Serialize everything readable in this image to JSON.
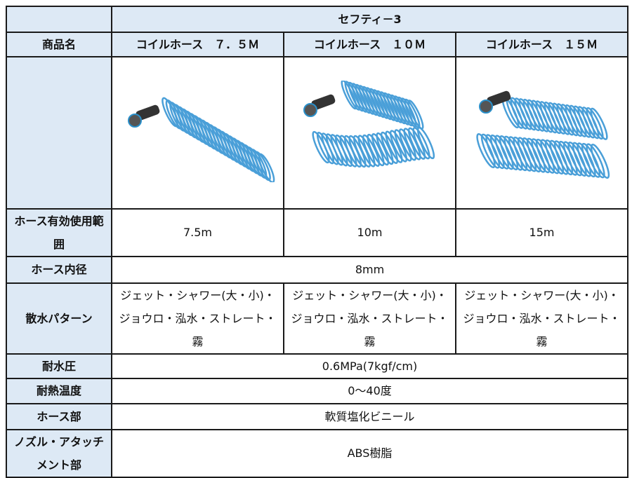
{
  "series_name": "セフティ－3",
  "row_labels": {
    "product_name": "商品名",
    "image": "",
    "effective_length": "ホース有効使用範囲",
    "inner_diameter": "ホース内径",
    "spray_pattern": "散水パターン",
    "pressure": "耐水圧",
    "heat": "耐熱温度",
    "hose_material": "ホース部",
    "nozzle_material": "ノズル・アタッチメント部"
  },
  "products": [
    {
      "name": "コイルホース　７．５Ｍ",
      "length": "7.5m",
      "spray": "ジェット・シャワー(大・小)・ジョウロ・泓水・ストレート・霧"
    },
    {
      "name": "コイルホース　１０Ｍ",
      "length": "10m",
      "spray": "ジェット・シャワー(大・小)・ジョウロ・泓水・ストレート・霧"
    },
    {
      "name": "コイルホース　１５Ｍ",
      "length": "15m",
      "spray": "ジェット・シャワー(大・小)・ジョウロ・泓水・ストレート・霧"
    }
  ],
  "shared": {
    "inner_diameter": "8mm",
    "pressure": "0.6MPa(7kgf/cm)",
    "heat": "0〜40度",
    "hose_material": "軟質塩化ビニール",
    "nozzle_material": "ABS樹脂"
  },
  "colors": {
    "header_bg": "#dde9f5",
    "hose_blue": "#4a9fd8",
    "border": "#1a1a1a"
  }
}
